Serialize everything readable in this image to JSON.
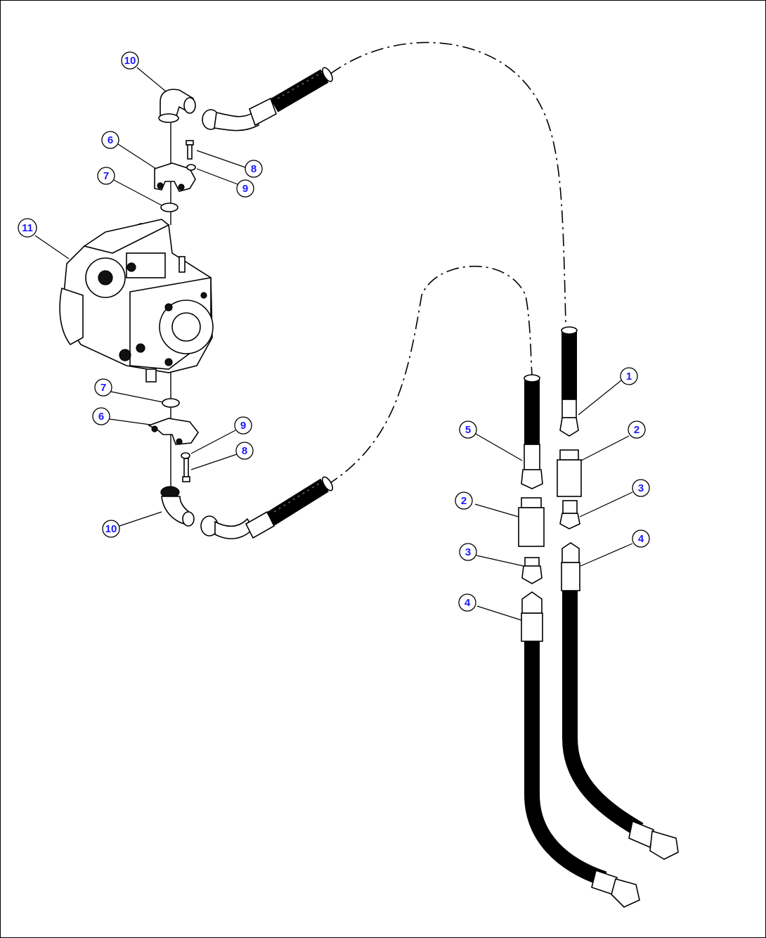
{
  "diagram": {
    "callouts": [
      {
        "id": "c10a",
        "label": "10"
      },
      {
        "id": "c6a",
        "label": "6"
      },
      {
        "id": "c7a",
        "label": "7"
      },
      {
        "id": "c8a",
        "label": "8"
      },
      {
        "id": "c9a",
        "label": "9"
      },
      {
        "id": "c11",
        "label": "11"
      },
      {
        "id": "c7b",
        "label": "7"
      },
      {
        "id": "c6b",
        "label": "6"
      },
      {
        "id": "c9b",
        "label": "9"
      },
      {
        "id": "c8b",
        "label": "8"
      },
      {
        "id": "c10b",
        "label": "10"
      },
      {
        "id": "c1",
        "label": "1"
      },
      {
        "id": "c5",
        "label": "5"
      },
      {
        "id": "c2a",
        "label": "2"
      },
      {
        "id": "c2b",
        "label": "2"
      },
      {
        "id": "c3a",
        "label": "3"
      },
      {
        "id": "c3b",
        "label": "3"
      },
      {
        "id": "c4a",
        "label": "4"
      },
      {
        "id": "c4b",
        "label": "4"
      }
    ],
    "colors": {
      "callout_text": "#1a1aff",
      "line": "#000000",
      "background": "#ffffff"
    }
  }
}
